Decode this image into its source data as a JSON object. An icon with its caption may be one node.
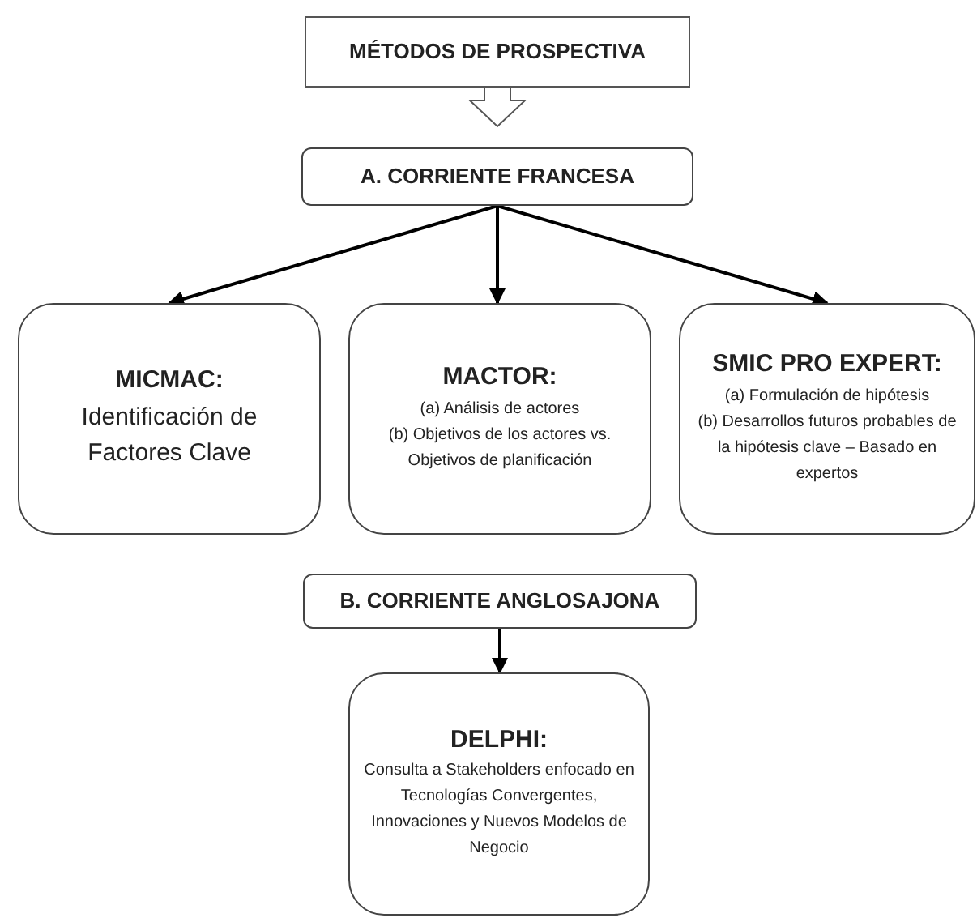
{
  "diagram": {
    "nodes": [
      {
        "text": [
          "MÉTODOS DE PROSPECTIVA"
        ]
      },
      {
        "text": [
          "A. CORRIENTE FRANCESA"
        ]
      },
      {
        "text": [
          "MICMAC:",
          "Identificación de Factores Clave"
        ]
      },
      {
        "text": [
          "MACTOR:",
          "(a) Análisis de actores",
          "(b) Objetivos de los actores vs. Objetivos de planificación"
        ]
      },
      {
        "text": [
          "SMIC PRO EXPERT:",
          "(a) Formulación de hipótesis",
          "(b) Desarrollos futuros probables de la hipótesis clave – Basado en expertos"
        ]
      },
      {
        "text": [
          "B. CORRIENTE ANGLOSAJONA"
        ]
      },
      {
        "text": [
          "DELPHI:",
          "Consulta a Stakeholders enfocado en Tecnologías Convergentes, Innovaciones y Nuevos Modelos de Negocio"
        ]
      }
    ],
    "edges": [
      {
        "from": 0,
        "to": 1,
        "arrow": "to",
        "style": "thick"
      },
      {
        "from": 1,
        "to": 2,
        "arrow": "to"
      },
      {
        "from": 1,
        "to": 3,
        "arrow": "to"
      },
      {
        "from": 1,
        "to": 4,
        "arrow": "to"
      },
      {
        "from": 5,
        "to": 6,
        "arrow": "to"
      }
    ]
  }
}
